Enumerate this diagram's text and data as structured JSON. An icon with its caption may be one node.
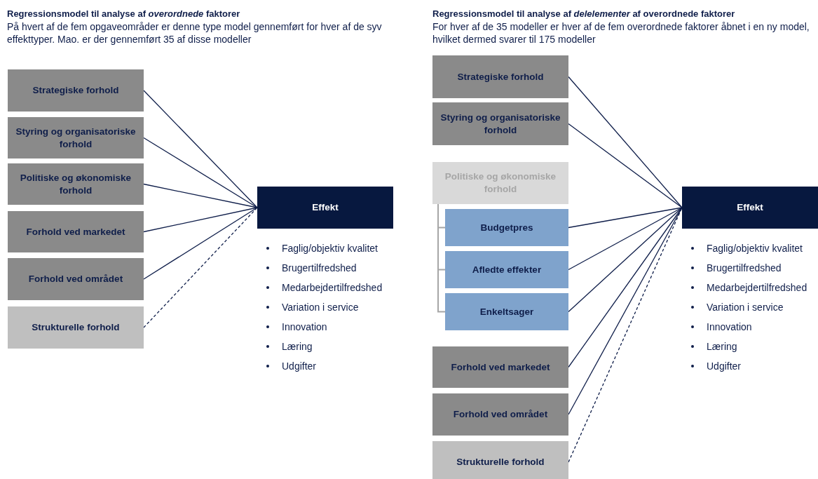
{
  "diagram": {
    "nodes": [
      {
        "text": [
          "Strategiske forhold"
        ]
      },
      {
        "text": [
          "Styring og organisatoriske forhold"
        ]
      },
      {
        "text": [
          "Politiske og økonomiske forhold"
        ]
      },
      {
        "text": [
          "Forhold ved markedet"
        ]
      },
      {
        "text": [
          "Forhold ved området"
        ]
      },
      {
        "text": [
          "Strukturelle forhold"
        ]
      },
      {
        "text": [
          "Effekt"
        ],
        "beside": [
          "Faglig/objektiv kvalitet",
          "Brugertilfredshed",
          "Medarbejdertilfredshed",
          "Variation i service",
          "Innovation",
          "Læring",
          "Udgifter"
        ]
      },
      {
        "text": [
          "Strategiske forhold"
        ]
      },
      {
        "text": [
          "Styring og organisatoriske forhold"
        ]
      },
      {
        "text": [
          "Politiske og økonomiske forhold"
        ]
      },
      {
        "text": [
          "Budgetpres"
        ]
      },
      {
        "text": [
          "Afledte effekter"
        ]
      },
      {
        "text": [
          "Enkeltsager"
        ]
      },
      {
        "text": [
          "Forhold ved markedet"
        ]
      },
      {
        "text": [
          "Forhold ved området"
        ]
      },
      {
        "text": [
          "Strukturelle forhold"
        ]
      },
      {
        "text": [
          "Effekt"
        ],
        "beside": [
          "Faglig/objektiv kvalitet",
          "Brugertilfredshed",
          "Medarbejdertilfredshed",
          "Variation i service",
          "Innovation",
          "Læring",
          "Udgifter"
        ]
      }
    ],
    "edges": [
      {
        "from": 0,
        "to": 6,
        "arrow": "none"
      },
      {
        "from": 1,
        "to": 6,
        "arrow": "none"
      },
      {
        "from": 2,
        "to": 6,
        "arrow": "none"
      },
      {
        "from": 3,
        "to": 6,
        "arrow": "none"
      },
      {
        "from": 4,
        "to": 6,
        "arrow": "none"
      },
      {
        "from": 5,
        "to": 6,
        "arrow": "none",
        "style": "dashed"
      },
      {
        "from": 7,
        "to": 16,
        "arrow": "none"
      },
      {
        "from": 8,
        "to": 16,
        "arrow": "none"
      },
      {
        "from": 10,
        "to": 16,
        "arrow": "none"
      },
      {
        "from": 11,
        "to": 16,
        "arrow": "none"
      },
      {
        "from": 12,
        "to": 16,
        "arrow": "none"
      },
      {
        "from": 13,
        "to": 16,
        "arrow": "none"
      },
      {
        "from": 14,
        "to": 16,
        "arrow": "none"
      },
      {
        "from": 15,
        "to": 16,
        "arrow": "none",
        "style": "dashed"
      },
      {
        "from": 9,
        "to": 10,
        "arrow": "none",
        "color": "#a6a6a6"
      },
      {
        "from": 9,
        "to": 11,
        "arrow": "none",
        "color": "#a6a6a6"
      },
      {
        "from": 9,
        "to": 12,
        "arrow": "none",
        "color": "#a6a6a6"
      }
    ],
    "labels": [
      "Regressionsmodel til analyse af *overordnede* faktorer",
      "På hvert af de fem opgaveområder er denne type model gennemført for hver af de syv effekttyper. Mao. er der gennemført 35 af disse modeller",
      "Regressionsmodel til analyse af *delelementer* af overordnede faktorer",
      "For hver af de 35 modeller er hver af de fem overordnede faktorer åbnet i en ny model, hvilket dermed svarer til 175 modeller"
    ]
  }
}
